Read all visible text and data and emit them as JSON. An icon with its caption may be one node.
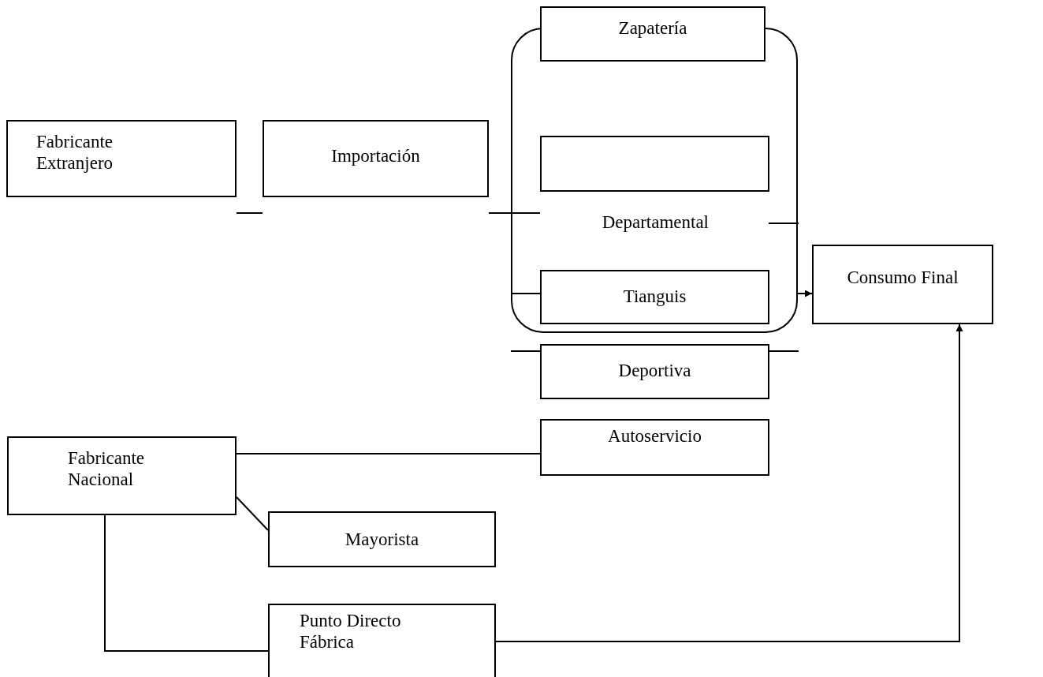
{
  "diagram": {
    "nodes": [
      {
        "text": [
          "Fabricante Extranjero"
        ]
      },
      {
        "text": [
          "Importación"
        ]
      },
      {
        "text": [],
        "shape": "box"
      },
      {
        "text": [
          "Zapatería"
        ]
      },
      {
        "text": [],
        "shape": "box",
        "in": 2
      },
      {
        "text": [
          "Tianguis"
        ],
        "in": 2
      },
      {
        "text": [
          "Consumo Final"
        ]
      },
      {
        "text": [
          "Deportiva"
        ]
      },
      {
        "text": [
          "Fabricante Nacional"
        ]
      },
      {
        "text": [
          "Autoservicio"
        ]
      },
      {
        "text": [
          "Mayorista"
        ]
      },
      {
        "text": [
          "Punto Directo Fábrica"
        ]
      }
    ],
    "edges": [
      {
        "from": 2,
        "to": 5,
        "arrow": "none"
      },
      {
        "from": 2,
        "to": 6,
        "arrow": "to"
      },
      {
        "from": null,
        "to": 7,
        "arrow": "none"
      },
      {
        "from": 7,
        "to": null,
        "arrow": "none"
      },
      {
        "from": 8,
        "to": 9,
        "arrow": "none"
      },
      {
        "from": 8,
        "to": 10,
        "arrow": "none"
      },
      {
        "from": 8,
        "to": 11,
        "arrow": "none"
      },
      {
        "from": 11,
        "to": 6,
        "arrow": "to"
      }
    ],
    "labels": [
      "Departamental"
    ]
  }
}
